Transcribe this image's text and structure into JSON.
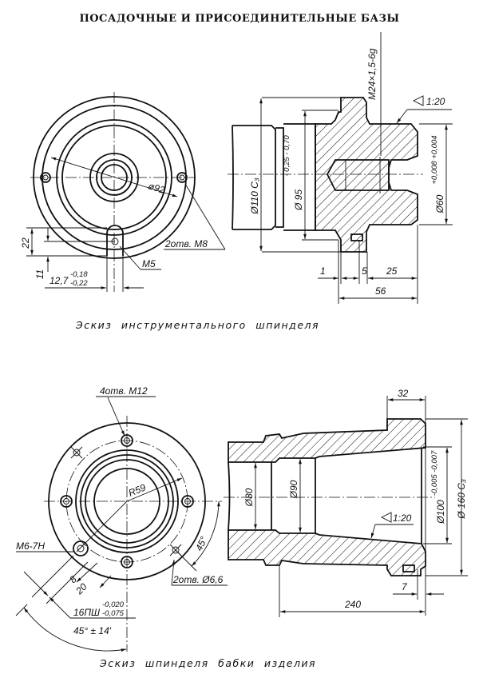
{
  "title": "ПОСАДОЧНЫЕ И ПРИСОЕДИНИТЕЛЬНЫЕ БАЗЫ",
  "tool_spindle": {
    "caption": "Эскиз инструментального шпинделя",
    "front": {
      "d92": "ø92",
      "holes_m8": "2отв. M8",
      "m5": "M5",
      "d22": "22",
      "d11": "11",
      "slot_width": "12,7",
      "slot_tol_upper": "-0,18",
      "slot_tol_lower": "-0,22"
    },
    "section": {
      "thread": "M24×1,5-6g",
      "taper": "1:20",
      "d110": "Ø110 C₃",
      "d95": "Ø 95",
      "d95_tol": "- 0,25 - 0,70",
      "d60": "Ø60",
      "d60_tol": "+0,008 +0,004",
      "len1": "1",
      "len5": "5",
      "len25": "25",
      "len56": "56"
    }
  },
  "workhead_spindle": {
    "caption": "Эскиз шпинделя бабки изделия",
    "front": {
      "holes_m12": "4отв. M12",
      "r59": "R59",
      "m6": "M6-7H",
      "holes_66": "2отв. Ø6,6",
      "angle45": "45°",
      "d8": "8",
      "d20": "20",
      "key": "16ПШ",
      "key_tol_upper": "-0,020",
      "key_tol_lower": "-0,075",
      "angle_tol": "45° ± 14′"
    },
    "section": {
      "len32": "32",
      "d80": "Ø80",
      "d90": "Ø90",
      "taper": "1:20",
      "d100": "Ø100",
      "d100_tol": "-0,005 -0,007",
      "d160": "Ø 160 C₃",
      "len7": "7",
      "len240": "240"
    }
  }
}
